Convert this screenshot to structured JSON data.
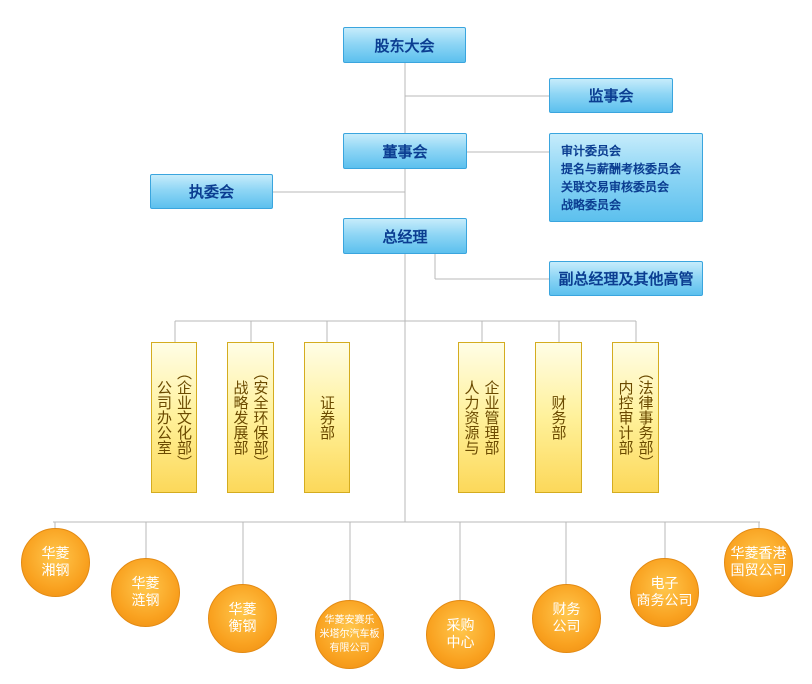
{
  "governance": {
    "shareholders": "股东大会",
    "supervisory": "监事会",
    "board": "董事会",
    "executive": "执委会",
    "gm": "总经理",
    "deputy": "副总经理及其他高管",
    "committees": [
      "审计委员会",
      "提名与薪酬考核委员会",
      "关联交易审核委员会",
      "战略委员会"
    ]
  },
  "departments": [
    {
      "lines": [
        "（企业文化部）",
        "公司办公室"
      ]
    },
    {
      "lines": [
        "（安全环保部）",
        "战略发展部"
      ]
    },
    {
      "lines": [
        "证券部"
      ]
    },
    {
      "lines": [
        "企业管理部",
        "人力资源与"
      ]
    },
    {
      "lines": [
        "财务部"
      ]
    },
    {
      "lines": [
        "（法律事务部）",
        "内控审计部"
      ]
    }
  ],
  "subsidiaries": [
    {
      "lines": [
        "华菱",
        "湘钢"
      ]
    },
    {
      "lines": [
        "华菱",
        "涟钢"
      ]
    },
    {
      "lines": [
        "华菱",
        "衡钢"
      ]
    },
    {
      "lines": [
        "华菱安赛乐",
        "米塔尔汽车板",
        "有限公司"
      ]
    },
    {
      "lines": [
        "采购",
        "中心"
      ]
    },
    {
      "lines": [
        "财务",
        "公司"
      ]
    },
    {
      "lines": [
        "电子",
        "商务公司"
      ]
    },
    {
      "lines": [
        "华菱香港",
        "国贸公司"
      ]
    }
  ]
}
